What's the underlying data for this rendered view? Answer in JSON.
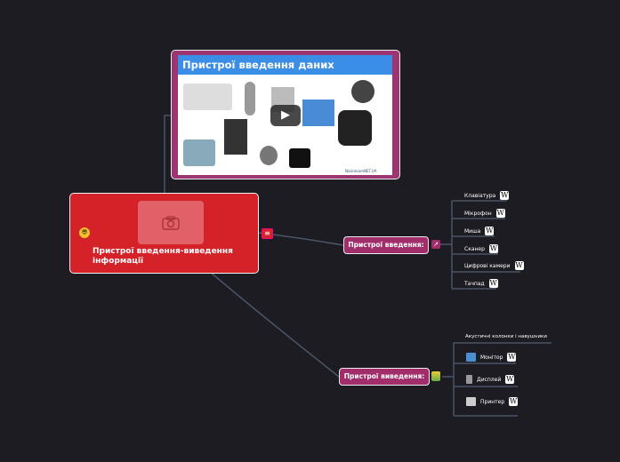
{
  "central": {
    "title": "Пристрої введення-виведення інформації",
    "emoji": "😎",
    "photo_icon": "camera-icon"
  },
  "video": {
    "title": "Пристрої введення даних",
    "watermark": "NaUrokamNET.UA"
  },
  "input": {
    "label": "Пристрої введення:",
    "items": [
      "Клавіатура",
      "Мікрофон",
      "Миша",
      "Сканер",
      "Цифрові камери",
      "Тачпад"
    ]
  },
  "output": {
    "label": "Пристрої виведення:",
    "header": "Акустичні колонки і навушники",
    "items": [
      "Монітор",
      "Дисплей",
      "Принтер"
    ]
  },
  "wiki_glyph": "W",
  "colors": {
    "central": "#d52128",
    "branch": "#a12e6b",
    "background": "#1d1c22"
  }
}
